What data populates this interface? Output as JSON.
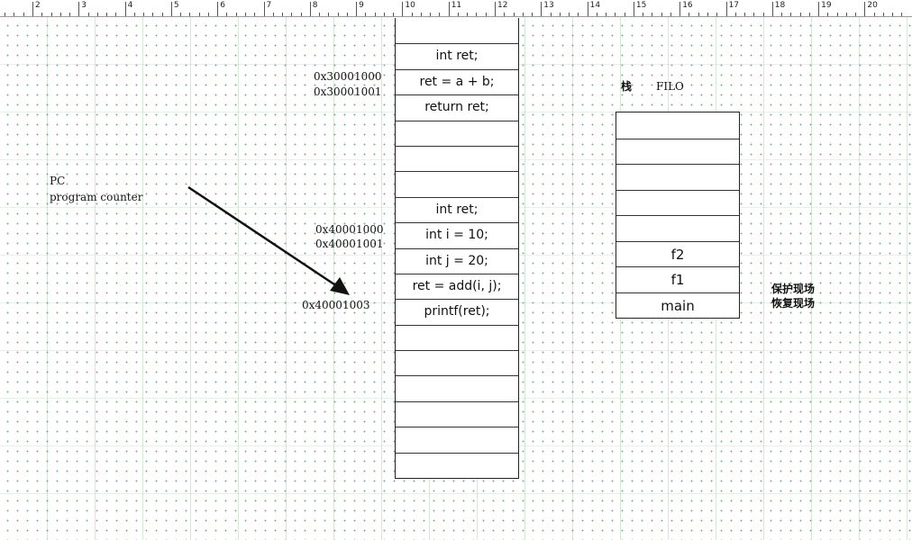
{
  "ruler": {
    "labels": [
      "2",
      "3",
      "4",
      "5",
      "6",
      "7",
      "8",
      "9",
      "10",
      "11",
      "12",
      "13",
      "14",
      "15",
      "16",
      "17",
      "18",
      "19",
      "20"
    ]
  },
  "addresses": {
    "a1": "0x30001000",
    "a2": "0x30001001",
    "a3": "0x40001000",
    "a4": "0x40001001",
    "pc_target": "0x40001003"
  },
  "pc": {
    "line1": "PC",
    "line2": "program counter"
  },
  "memory": {
    "cells": [
      "",
      "int ret;",
      "ret = a + b;",
      "return ret;",
      "",
      "",
      "",
      "int ret;",
      "int i = 10;",
      "int j = 20;",
      "ret = add(i, j);",
      "printf(ret);",
      "",
      "",
      "",
      "",
      "",
      ""
    ]
  },
  "stack": {
    "title": "栈",
    "mode": "FILO",
    "cells": [
      "",
      "",
      "",
      "",
      "",
      "f2",
      "f1",
      "main"
    ],
    "note1": "保护现场",
    "note2": "恢复现场"
  },
  "colors": {
    "grid_dot": "#7fb08a",
    "line": "#222222"
  }
}
